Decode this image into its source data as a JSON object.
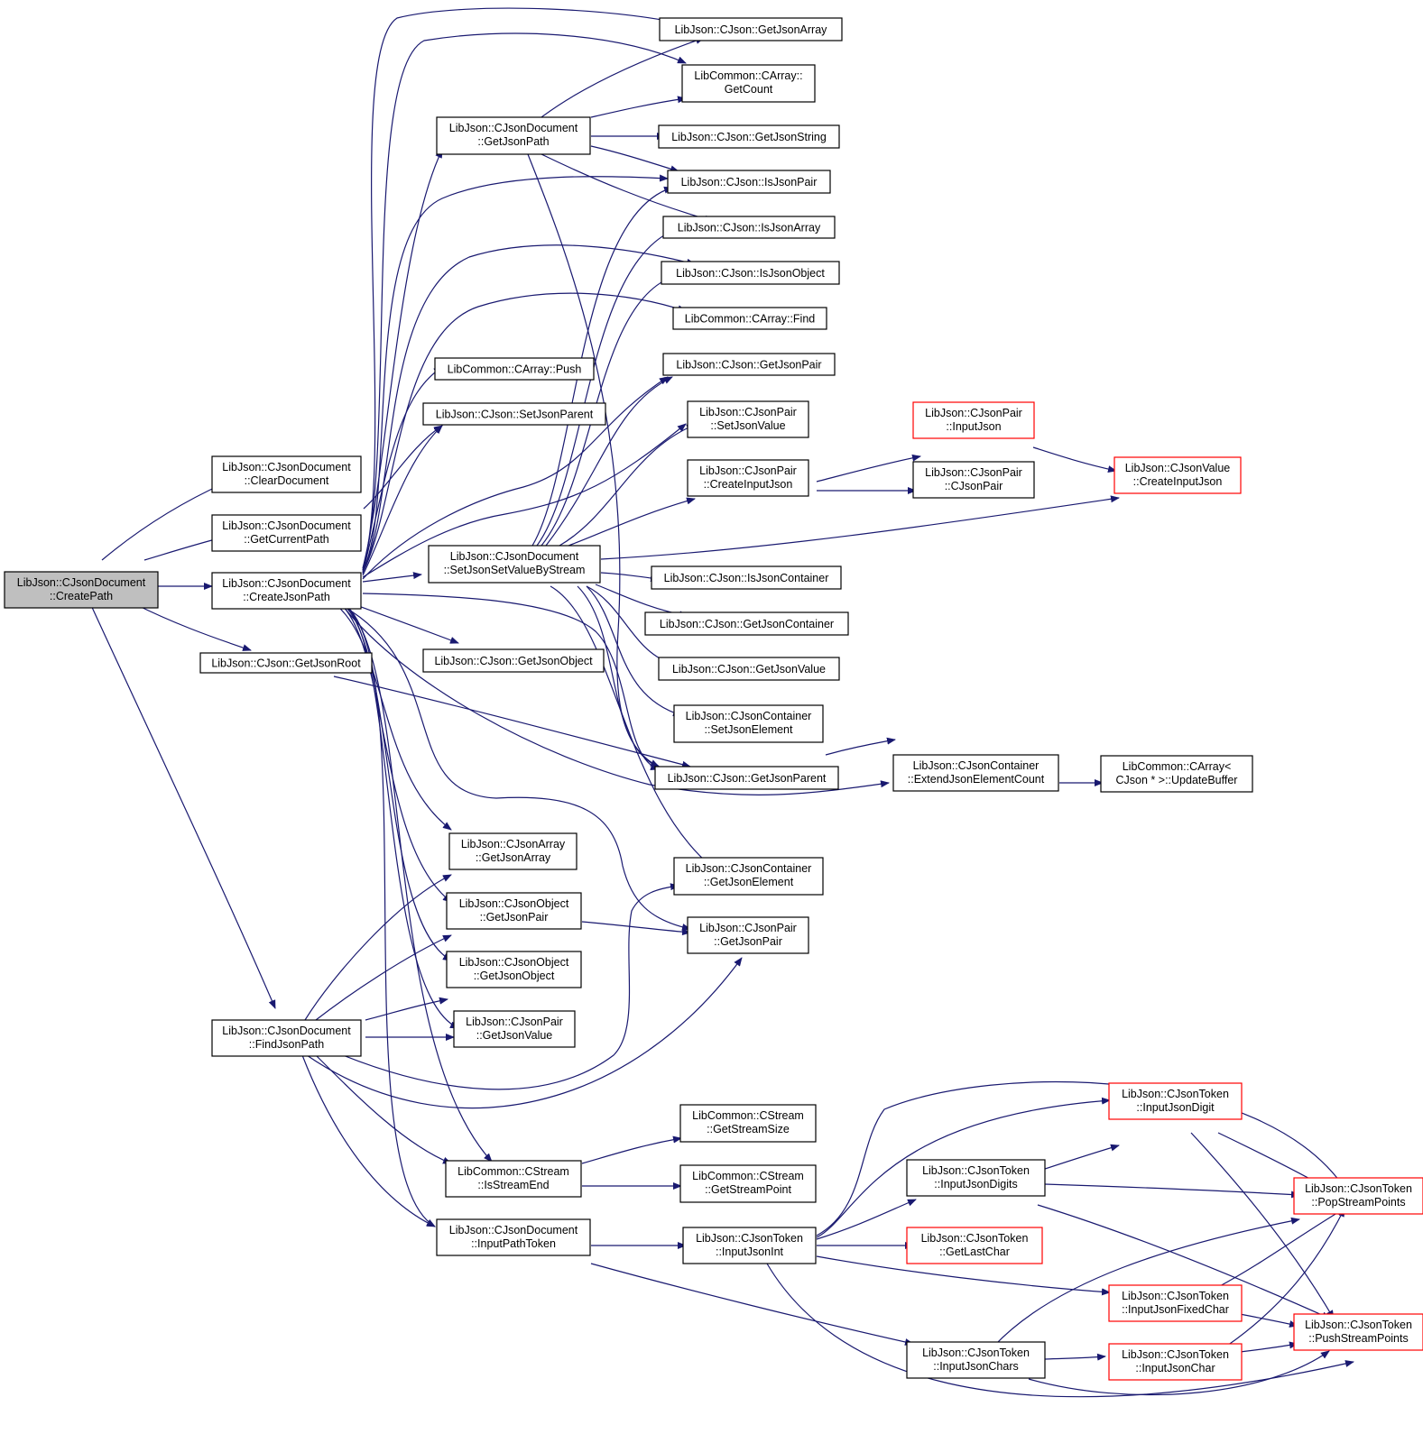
{
  "colors": {
    "edge": "#191970",
    "node_border": "#000000",
    "truncated_border": "#ff0000",
    "root_fill": "#bfbfbf"
  },
  "nodes": {
    "CreatePath": {
      "lines": [
        "LibJson::CJsonDocument",
        "::CreatePath"
      ]
    },
    "ClearDocument": {
      "lines": [
        "LibJson::CJsonDocument",
        "::ClearDocument"
      ]
    },
    "GetCurrentPath": {
      "lines": [
        "LibJson::CJsonDocument",
        "::GetCurrentPath"
      ]
    },
    "CreateJsonPath": {
      "lines": [
        "LibJson::CJsonDocument",
        "::CreateJsonPath"
      ]
    },
    "GetJsonRoot": {
      "lines": [
        "LibJson::CJson::GetJsonRoot"
      ]
    },
    "FindJsonPath": {
      "lines": [
        "LibJson::CJsonDocument",
        "::FindJsonPath"
      ]
    },
    "GetJsonPath": {
      "lines": [
        "LibJson::CJsonDocument",
        "::GetJsonPath"
      ]
    },
    "CArrayPush": {
      "lines": [
        "LibCommon::CArray::Push"
      ]
    },
    "SetJsonParent": {
      "lines": [
        "LibJson::CJson::SetJsonParent"
      ]
    },
    "SetJsonSetValueByStream": {
      "lines": [
        "LibJson::CJsonDocument",
        "::SetJsonSetValueByStream"
      ]
    },
    "CJsonGetJsonObject": {
      "lines": [
        "LibJson::CJson::GetJsonObject"
      ]
    },
    "CJsonArrayGetJsonArray": {
      "lines": [
        "LibJson::CJsonArray",
        "::GetJsonArray"
      ]
    },
    "CJsonObjectGetJsonPair": {
      "lines": [
        "LibJson::CJsonObject",
        "::GetJsonPair"
      ]
    },
    "CJsonObjectGetJsonObject": {
      "lines": [
        "LibJson::CJsonObject",
        "::GetJsonObject"
      ]
    },
    "CJsonPairGetJsonValue": {
      "lines": [
        "LibJson::CJsonPair",
        "::GetJsonValue"
      ]
    },
    "IsStreamEnd": {
      "lines": [
        "LibCommon::CStream",
        "::IsStreamEnd"
      ]
    },
    "InputPathToken": {
      "lines": [
        "LibJson::CJsonDocument",
        "::InputPathToken"
      ]
    },
    "CJsonGetJsonArray": {
      "lines": [
        "LibJson::CJson::GetJsonArray"
      ]
    },
    "CArrayGetCount": {
      "lines": [
        "LibCommon::CArray::",
        "GetCount"
      ]
    },
    "GetJsonString": {
      "lines": [
        "LibJson::CJson::GetJsonString"
      ]
    },
    "IsJsonPair": {
      "lines": [
        "LibJson::CJson::IsJsonPair"
      ]
    },
    "IsJsonArray": {
      "lines": [
        "LibJson::CJson::IsJsonArray"
      ]
    },
    "IsJsonObject": {
      "lines": [
        "LibJson::CJson::IsJsonObject"
      ]
    },
    "CArrayFind": {
      "lines": [
        "LibCommon::CArray::Find"
      ]
    },
    "CJsonGetJsonPair": {
      "lines": [
        "LibJson::CJson::GetJsonPair"
      ]
    },
    "CJsonPairSetJsonValue": {
      "lines": [
        "LibJson::CJsonPair",
        "::SetJsonValue"
      ]
    },
    "CJsonPairCreateInputJson": {
      "lines": [
        "LibJson::CJsonPair",
        "::CreateInputJson"
      ]
    },
    "IsJsonContainer": {
      "lines": [
        "LibJson::CJson::IsJsonContainer"
      ]
    },
    "GetJsonContainer": {
      "lines": [
        "LibJson::CJson::GetJsonContainer"
      ]
    },
    "GetJsonValue": {
      "lines": [
        "LibJson::CJson::GetJsonValue"
      ]
    },
    "SetJsonElement": {
      "lines": [
        "LibJson::CJsonContainer",
        "::SetJsonElement"
      ]
    },
    "GetJsonParent": {
      "lines": [
        "LibJson::CJson::GetJsonParent"
      ]
    },
    "GetJsonElement": {
      "lines": [
        "LibJson::CJsonContainer",
        "::GetJsonElement"
      ]
    },
    "CJsonPairGetJsonPair": {
      "lines": [
        "LibJson::CJsonPair",
        "::GetJsonPair"
      ]
    },
    "GetStreamSize": {
      "lines": [
        "LibCommon::CStream",
        "::GetStreamSize"
      ]
    },
    "GetStreamPoint": {
      "lines": [
        "LibCommon::CStream",
        "::GetStreamPoint"
      ]
    },
    "InputJsonInt": {
      "lines": [
        "LibJson::CJsonToken",
        "::InputJsonInt"
      ]
    },
    "CJsonPairInputJson": {
      "lines": [
        "LibJson::CJsonPair",
        "::InputJson"
      ]
    },
    "CJsonPairCtor": {
      "lines": [
        "LibJson::CJsonPair",
        "::CJsonPair"
      ]
    },
    "ExtendJsonElementCount": {
      "lines": [
        "LibJson::CJsonContainer",
        "::ExtendJsonElementCount"
      ]
    },
    "InputJsonDigits": {
      "lines": [
        "LibJson::CJsonToken",
        "::InputJsonDigits"
      ]
    },
    "GetLastChar": {
      "lines": [
        "LibJson::CJsonToken",
        "::GetLastChar"
      ]
    },
    "InputJsonChars": {
      "lines": [
        "LibJson::CJsonToken",
        "::InputJsonChars"
      ]
    },
    "CJsonValueCreateInputJson": {
      "lines": [
        "LibJson::CJsonValue",
        "::CreateInputJson"
      ]
    },
    "UpdateBuffer": {
      "lines": [
        "LibCommon::CArray<",
        " CJson * >::UpdateBuffer"
      ]
    },
    "InputJsonDigit": {
      "lines": [
        "LibJson::CJsonToken",
        "::InputJsonDigit"
      ]
    },
    "InputJsonFixedChar": {
      "lines": [
        "LibJson::CJsonToken",
        "::InputJsonFixedChar"
      ]
    },
    "InputJsonChar": {
      "lines": [
        "LibJson::CJsonToken",
        "::InputJsonChar"
      ]
    },
    "PopStreamPoints": {
      "lines": [
        "LibJson::CJsonToken",
        "::PopStreamPoints"
      ]
    },
    "PushStreamPoints": {
      "lines": [
        "LibJson::CJsonToken",
        "::PushStreamPoints"
      ]
    }
  }
}
